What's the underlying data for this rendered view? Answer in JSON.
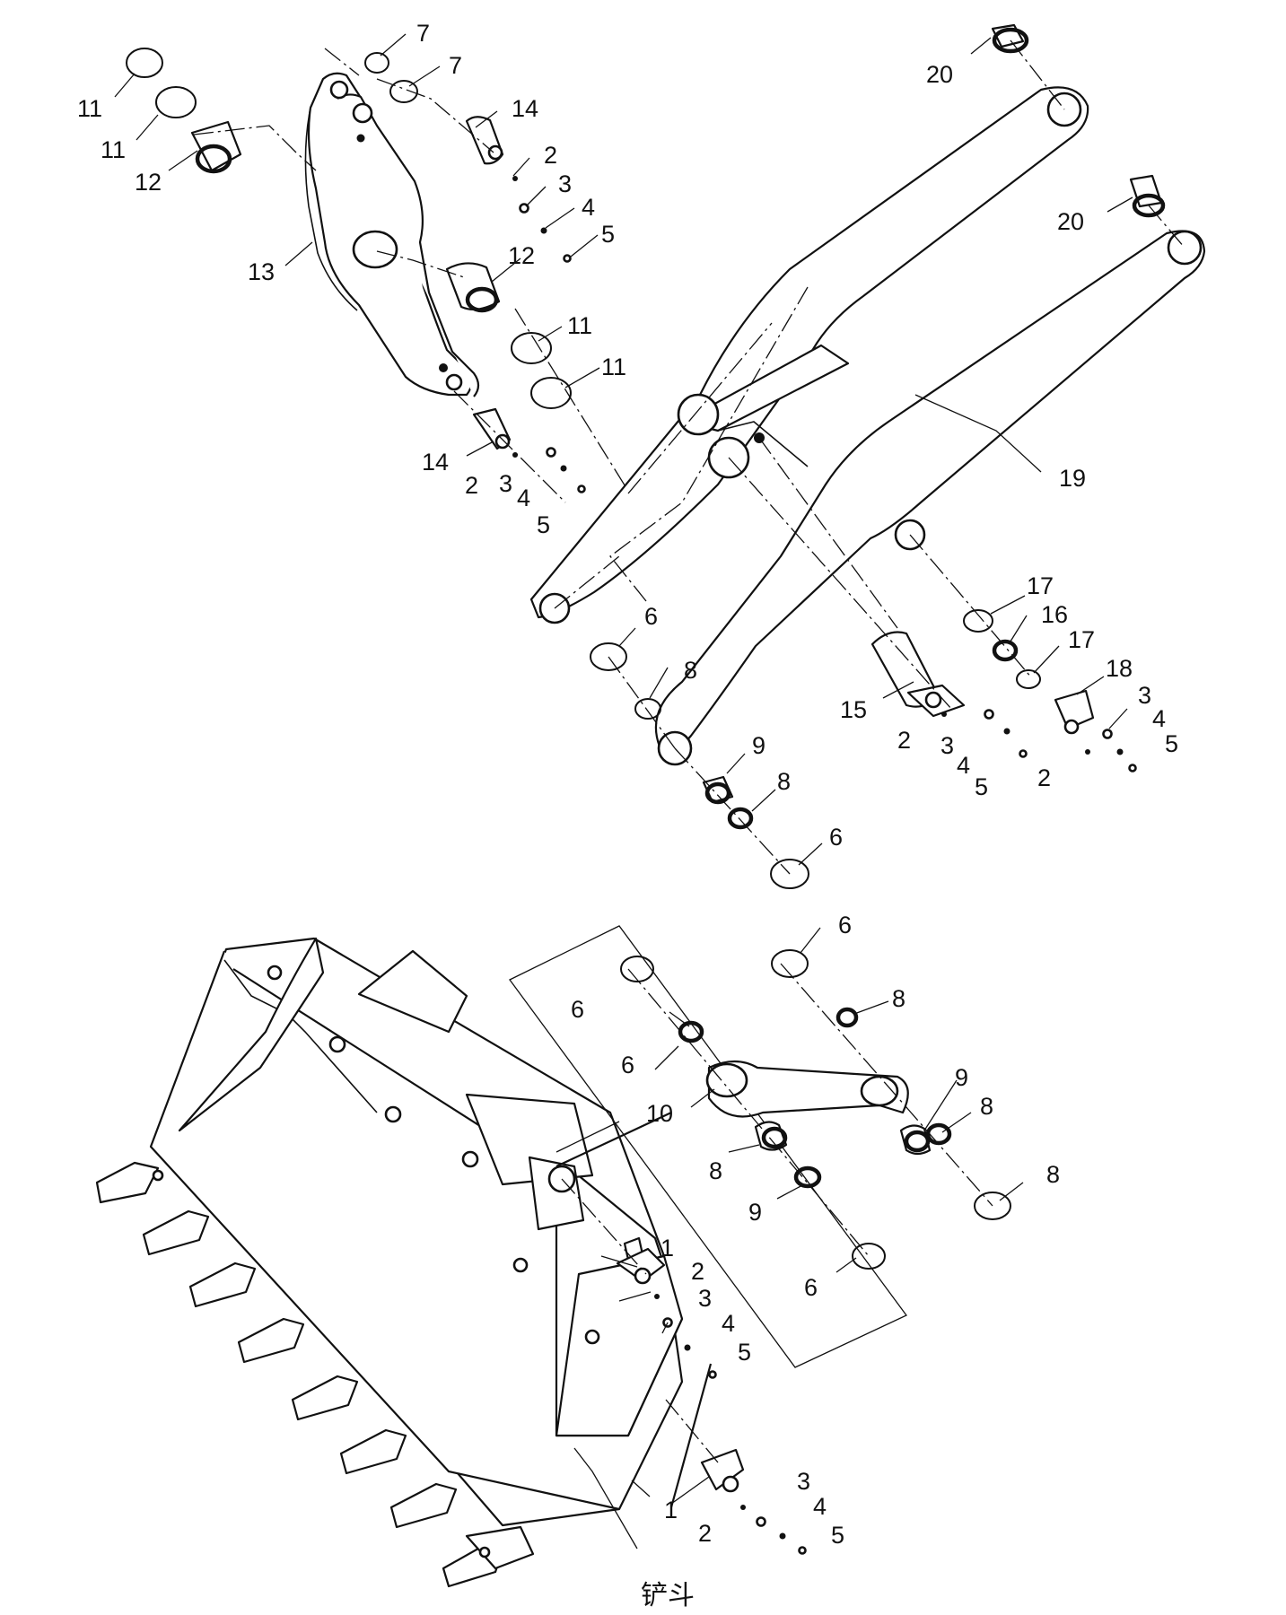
{
  "diagram": {
    "caption": "铲斗",
    "part_labels": [
      {
        "id": "11a",
        "text": "11"
      },
      {
        "id": "11b",
        "text": "11"
      },
      {
        "id": "12a",
        "text": "12"
      },
      {
        "id": "13",
        "text": "13"
      },
      {
        "id": "7a",
        "text": "7"
      },
      {
        "id": "7b",
        "text": "7"
      },
      {
        "id": "14a",
        "text": "14"
      },
      {
        "id": "2a",
        "text": "2"
      },
      {
        "id": "3a",
        "text": "3"
      },
      {
        "id": "4a",
        "text": "4"
      },
      {
        "id": "5a",
        "text": "5"
      },
      {
        "id": "12b",
        "text": "12"
      },
      {
        "id": "11c",
        "text": "11"
      },
      {
        "id": "11d",
        "text": "11"
      },
      {
        "id": "14b",
        "text": "14"
      },
      {
        "id": "2b",
        "text": "2"
      },
      {
        "id": "3b",
        "text": "3"
      },
      {
        "id": "4b",
        "text": "4"
      },
      {
        "id": "5b",
        "text": "5"
      },
      {
        "id": "20a",
        "text": "20"
      },
      {
        "id": "20b",
        "text": "20"
      },
      {
        "id": "19",
        "text": "19"
      },
      {
        "id": "6a",
        "text": "6"
      },
      {
        "id": "8a",
        "text": "8"
      },
      {
        "id": "9a",
        "text": "9"
      },
      {
        "id": "8b",
        "text": "8"
      },
      {
        "id": "6b",
        "text": "6"
      },
      {
        "id": "15",
        "text": "15"
      },
      {
        "id": "2c",
        "text": "2"
      },
      {
        "id": "3c",
        "text": "3"
      },
      {
        "id": "4c",
        "text": "4"
      },
      {
        "id": "5c",
        "text": "5"
      },
      {
        "id": "17a",
        "text": "17"
      },
      {
        "id": "16",
        "text": "16"
      },
      {
        "id": "17b",
        "text": "17"
      },
      {
        "id": "18",
        "text": "18"
      },
      {
        "id": "3d",
        "text": "3"
      },
      {
        "id": "4d",
        "text": "4"
      },
      {
        "id": "5d",
        "text": "5"
      },
      {
        "id": "2d",
        "text": "2"
      },
      {
        "id": "6c",
        "text": "6"
      },
      {
        "id": "8c",
        "text": "8"
      },
      {
        "id": "10",
        "text": "10"
      },
      {
        "id": "9b",
        "text": "9"
      },
      {
        "id": "8d",
        "text": "8"
      },
      {
        "id": "6d",
        "text": "6"
      },
      {
        "id": "6e",
        "text": "6"
      },
      {
        "id": "8e",
        "text": "8"
      },
      {
        "id": "9c",
        "text": "9"
      },
      {
        "id": "8f",
        "text": "8"
      },
      {
        "id": "6f",
        "text": "6"
      },
      {
        "id": "1a",
        "text": "1"
      },
      {
        "id": "2e",
        "text": "2"
      },
      {
        "id": "3e",
        "text": "3"
      },
      {
        "id": "4e",
        "text": "4"
      },
      {
        "id": "5e",
        "text": "5"
      },
      {
        "id": "1b",
        "text": "1"
      },
      {
        "id": "2f",
        "text": "2"
      },
      {
        "id": "3f",
        "text": "3"
      },
      {
        "id": "4f",
        "text": "4"
      },
      {
        "id": "5f",
        "text": "5"
      }
    ]
  }
}
